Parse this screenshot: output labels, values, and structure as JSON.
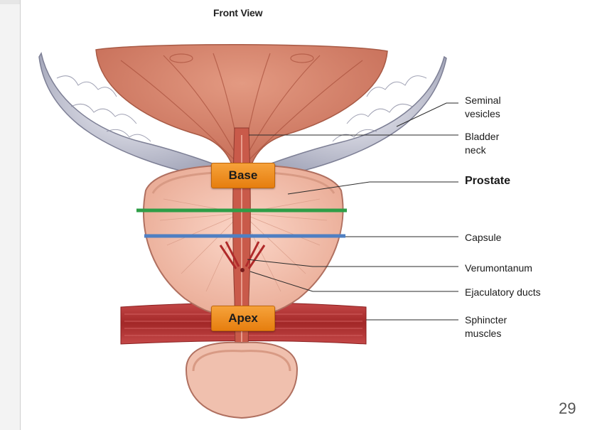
{
  "diagram": {
    "title": "Front View",
    "labels": {
      "seminal_vesicles": [
        "Seminal",
        "vesicles"
      ],
      "bladder_neck": [
        "Bladder",
        "neck"
      ],
      "prostate": "Prostate",
      "capsule": "Capsule",
      "verumontanum": "Verumontanum",
      "ejaculatory_ducts": "Ejaculatory ducts",
      "sphincter_muscles": [
        "Sphincter",
        "muscles"
      ]
    },
    "tags": {
      "base": "Base",
      "apex": "Apex"
    },
    "lines": {
      "green": "#2e9e47",
      "blue": "#4f7fc2"
    }
  },
  "slide": {
    "page_number": "29"
  }
}
